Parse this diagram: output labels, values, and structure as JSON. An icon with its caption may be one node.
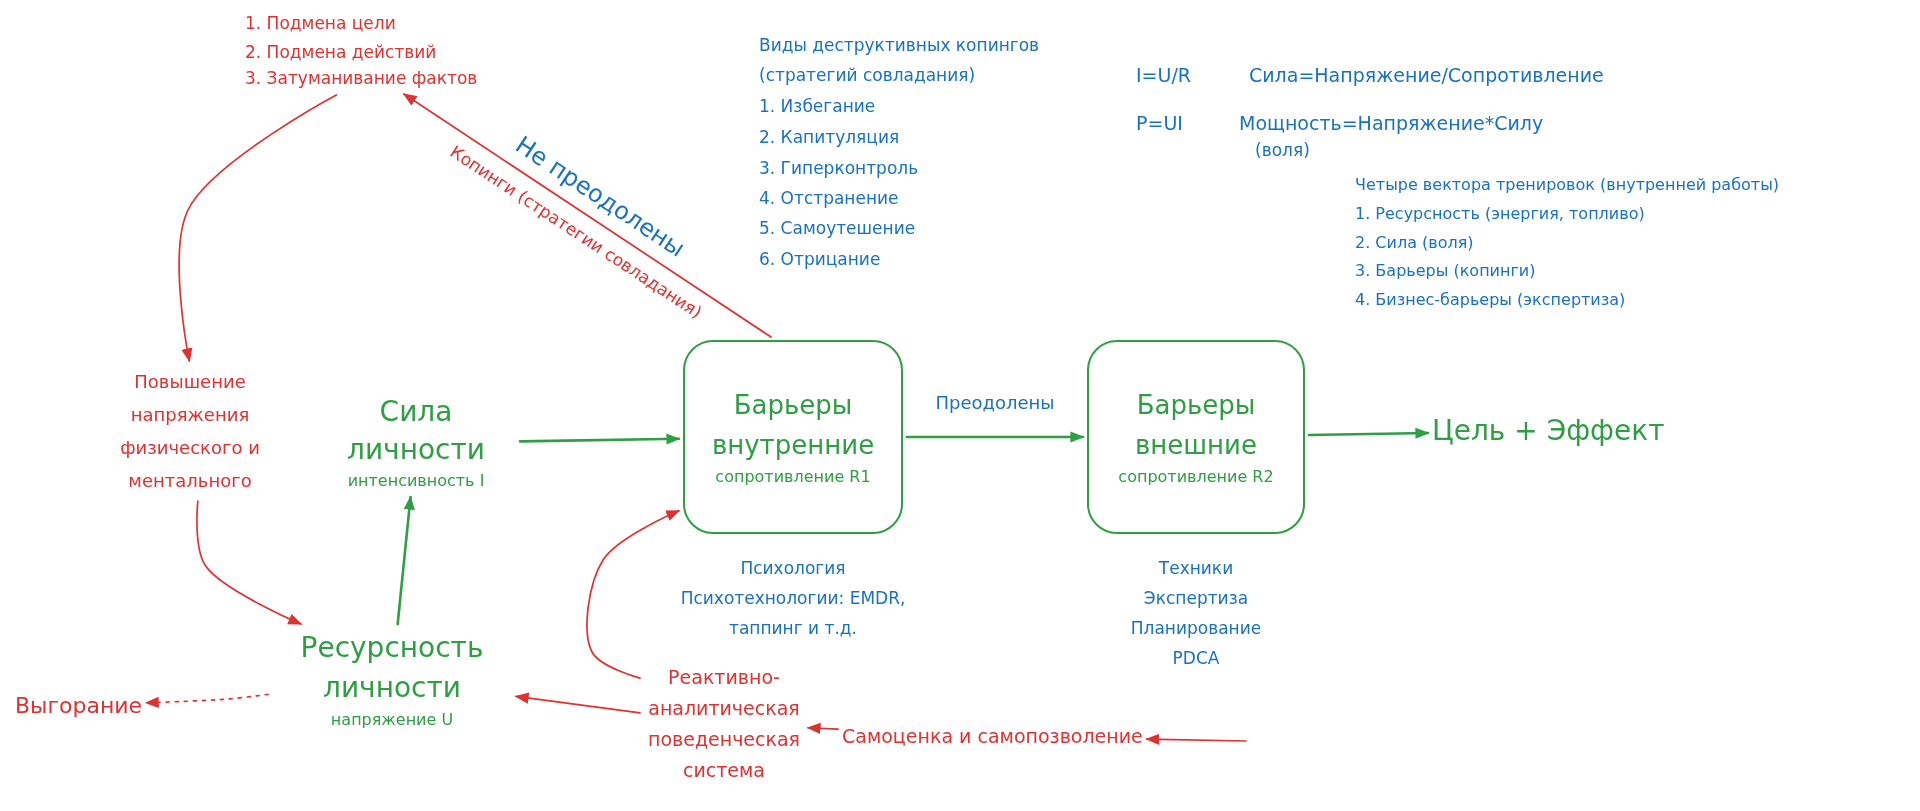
{
  "diagram": {
    "nodes": [
      {
        "text": [
          "1. Подмена цели",
          "2. Подмена действий",
          "3. Затуманивание фактов"
        ]
      },
      {
        "text": [
          "Повышение напряжения физического и ментального"
        ]
      },
      {
        "text": [
          "Сила личности",
          "интенсивность I"
        ]
      },
      {
        "text": [
          "Барьеры внутренние",
          "сопротивление R1"
        ],
        "beside": [
          "Психология Психотехнологии: EMDR, таппинг и т.д."
        ]
      },
      {
        "text": [
          "Барьеры внешние",
          "сопротивление R2"
        ],
        "beside": [
          "Техники Экспертиза Планирование PDCA"
        ]
      },
      {
        "text": [
          "Цель + Эффект"
        ]
      },
      {
        "text": [
          "Ресурсность личности",
          "напряжение U"
        ]
      },
      {
        "text": [
          "Выгорание"
        ]
      },
      {
        "text": [
          "Реактивно-аналитическая поведенческая система"
        ]
      },
      {
        "text": [
          "Самоценка и самопозволение"
        ]
      }
    ],
    "edges": [
      {
        "from": 0,
        "to": 1,
        "arrow": "to"
      },
      {
        "from": 1,
        "to": 6,
        "arrow": "to"
      },
      {
        "from": 6,
        "to": 2,
        "arrow": "to",
        "color": "#2f9e44"
      },
      {
        "from": 2,
        "to": 3,
        "arrow": "to",
        "color": "#2f9e44"
      },
      {
        "from": 3,
        "to": 4,
        "arrow": "to",
        "label": "Преодолены",
        "color": "#2f9e44"
      },
      {
        "from": 4,
        "to": 5,
        "arrow": "to",
        "color": "#2f9e44"
      },
      {
        "from": 3,
        "to": 0,
        "arrow": "to",
        "label": "Не преодолены"
      },
      {
        "from": 6,
        "to": 7,
        "arrow": "to",
        "style": "dashed"
      },
      {
        "from": 8,
        "to": 6,
        "arrow": "to"
      },
      {
        "from": 8,
        "to": 3,
        "arrow": "to"
      },
      {
        "from": 9,
        "to": 8,
        "arrow": "to"
      },
      {
        "from": null,
        "to": 9,
        "arrow": "to"
      }
    ],
    "labels": [
      "Виды деструктивных копингов (стратегий совладания)",
      "1. Избегание",
      "2. Капитуляция",
      "3. Гиперконтроль",
      "4. Отстранение",
      "5. Самоутешение",
      "6. Отрицание",
      "I=U/R",
      "Сила=Напряжение/Сопротивление",
      "P=UI",
      "Мощность=Напряжение*Силу",
      "(воля)",
      "Четыре вектора тренировок (внутренней работы)",
      "1. Ресурсность (энергия, топливо)",
      "2. Сила (воля)",
      "3. Барьеры (копинги)",
      "4. Бизнес-барьеры (экспертиза)",
      "Копинги (стратегии совладания)"
    ]
  }
}
